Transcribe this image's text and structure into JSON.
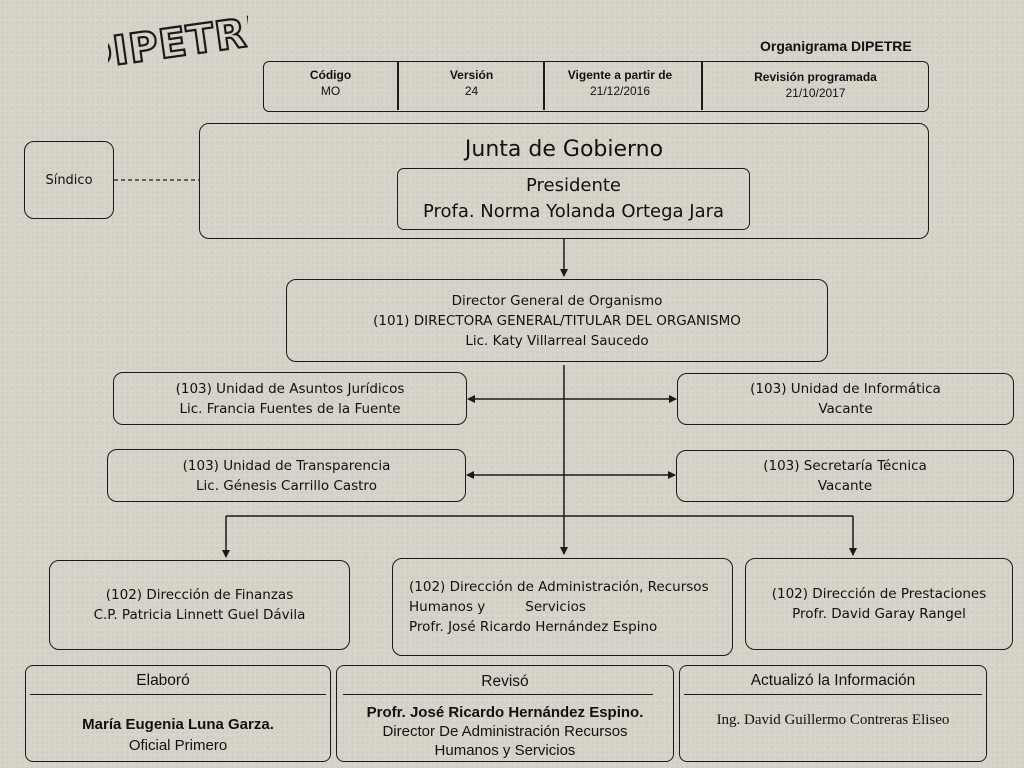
{
  "logo": {
    "text": "DIPETRE"
  },
  "doc_title": "Organigrama DIPETRE",
  "info": {
    "codigo_label": "Código",
    "codigo_value": "MO",
    "version_label": "Versión",
    "version_value": "24",
    "vigente_label": "Vigente a partir de",
    "vigente_value": "21/12/2016",
    "revision_label": "Revisión programada",
    "revision_value": "21/10/2017"
  },
  "sindico": "Síndico",
  "junta": {
    "title": "Junta de Gobierno",
    "presidente_role": "Presidente",
    "presidente_name": "Profa. Norma Yolanda Ortega Jara"
  },
  "director": {
    "line1": "Director General de Organismo",
    "line2": "(101) DIRECTORA GENERAL/TITULAR DEL ORGANISMO",
    "line3": "Lic. Katy Villarreal Saucedo"
  },
  "units": {
    "juridicos": {
      "name": "(103) Unidad de Asuntos Jurídicos",
      "person": "Lic. Francia Fuentes de la Fuente"
    },
    "informatica": {
      "name": "(103) Unidad de Informática",
      "person": "Vacante"
    },
    "transparencia": {
      "name": "(103) Unidad de Transparencia",
      "person": "Lic. Génesis Carrillo Castro"
    },
    "secretaria": {
      "name": "(103) Secretaría Técnica",
      "person": "Vacante"
    }
  },
  "direcciones": {
    "finanzas": {
      "name": "(102) Dirección de Finanzas",
      "person": "C.P. Patricia Linnett Guel Dávila"
    },
    "administracion": {
      "line1": "(102) Dirección de Administración, Recursos",
      "line2a": "Humanos y",
      "line2b": "Servicios",
      "person": "Profr. José Ricardo Hernández Espino"
    },
    "prestaciones": {
      "name": "(102) Dirección de Prestaciones",
      "person": "Profr. David Garay Rangel"
    }
  },
  "signatures": {
    "elaboro": {
      "label": "Elaboró",
      "name": "María Eugenia Luna Garza.",
      "role": "Oficial Primero"
    },
    "reviso": {
      "label": "Revisó",
      "name": "Profr. José Ricardo Hernández Espino.",
      "role_line1": "Director De Administración Recursos",
      "role_line2": "Humanos y Servicios"
    },
    "actualizo": {
      "label": "Actualizó la Información",
      "name": "Ing. David Guillermo Contreras Eliseo"
    }
  }
}
